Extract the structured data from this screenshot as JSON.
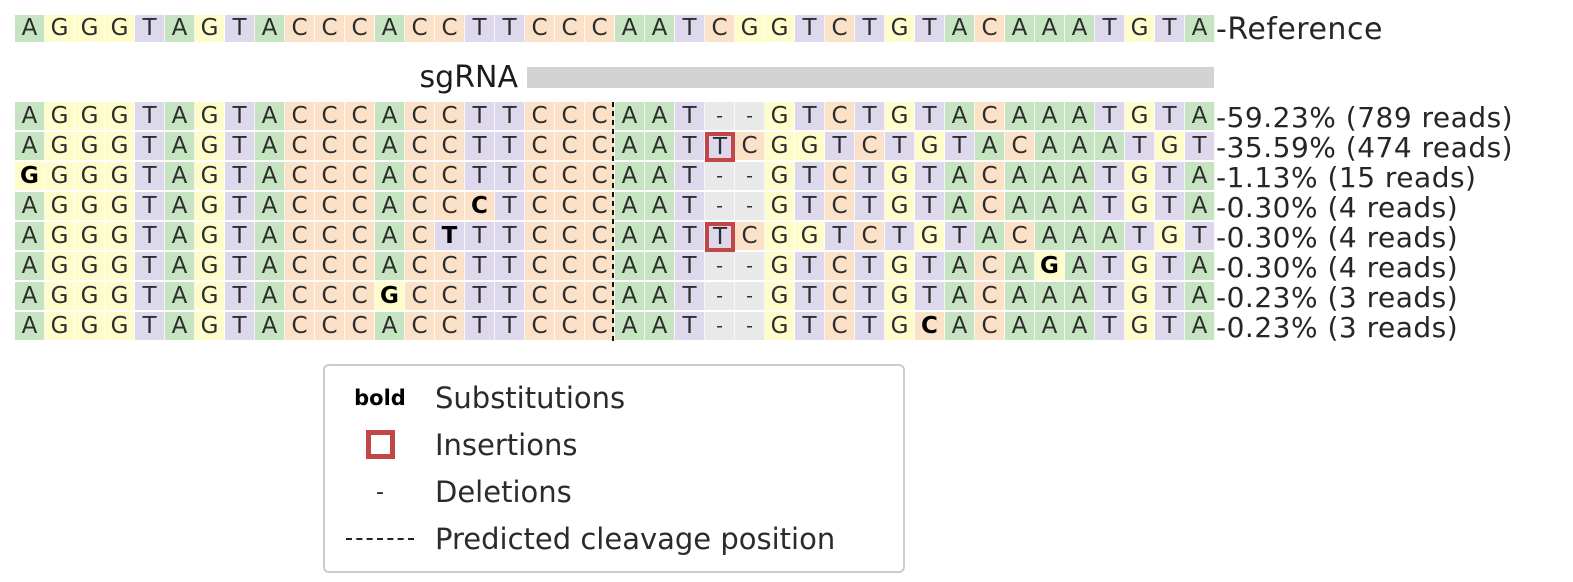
{
  "chart_data": {
    "type": "table",
    "description": "CRISPR editing allele frequency plot around sgRNA cut site",
    "reference": {
      "label": "-Reference",
      "seq": "AGGGTAGTACCCACCTTCCCAATCGGTCTGTACAAATGTA"
    },
    "sgrna": {
      "label": "sgRNA"
    },
    "cleavage": {
      "after_display_column": 20
    },
    "notation": {
      "uppercase": "matching base",
      "lowercase": "bold substitution",
      "+X": "inserted base shown in red box",
      "-": "deleted base"
    },
    "rows": [
      {
        "label": "-59.23% (789 reads)",
        "percent": 59.23,
        "reads": 789,
        "seq": "AGGGTAGTACCCACCTTCCCAAT--GTCTGTACAAATGTA"
      },
      {
        "label": "-35.59% (474 reads)",
        "percent": 35.59,
        "reads": 474,
        "seq": "AGGGTAGTACCCACCTTCCCAAT+TCGGTCTGTACAAATGT"
      },
      {
        "label": "-1.13% (15 reads)",
        "percent": 1.13,
        "reads": 15,
        "seq": "gGGGTAGTACCCACCTTCCCAAT--GTCTGTACAAATGTA"
      },
      {
        "label": "-0.30% (4 reads)",
        "percent": 0.3,
        "reads": 4,
        "seq": "AGGGTAGTACCCACCcTCCCAAT--GTCTGTACAAATGTA"
      },
      {
        "label": "-0.30% (4 reads)",
        "percent": 0.3,
        "reads": 4,
        "seq": "AGGGTAGTACCCACtTTCCCAAT+TCGGTCTGTACAAATGT"
      },
      {
        "label": "-0.30% (4 reads)",
        "percent": 0.3,
        "reads": 4,
        "seq": "AGGGTAGTACCCACCTTCCCAAT--GTCTGTACAgATGTA"
      },
      {
        "label": "-0.23% (3 reads)",
        "percent": 0.23,
        "reads": 3,
        "seq": "AGGGTAGTACCCgCCTTCCCAAT--GTCTGTACAAATGTA"
      },
      {
        "label": "-0.23% (3 reads)",
        "percent": 0.23,
        "reads": 3,
        "seq": "AGGGTAGTACCCACCTTCCCAAT--GTCTGcACAAATGTA"
      }
    ]
  },
  "legend": {
    "items": [
      {
        "symbol": "bold-text",
        "symbol_text": "bold",
        "label": "Substitutions"
      },
      {
        "symbol": "red-box",
        "label": "Insertions"
      },
      {
        "symbol": "dash",
        "symbol_text": "-",
        "label": "Deletions"
      },
      {
        "symbol": "dashed-line",
        "label": "Predicted cleavage position"
      }
    ]
  },
  "colors": {
    "A": "#c6e4c1",
    "C": "#fbe1c7",
    "G": "#fdfcca",
    "T": "#ded8ec",
    "deletion_bg": "#e9e9e9",
    "insertion_box": "#bf4747",
    "sgrna_bar": "#d3d3d3",
    "text": "#262626"
  }
}
